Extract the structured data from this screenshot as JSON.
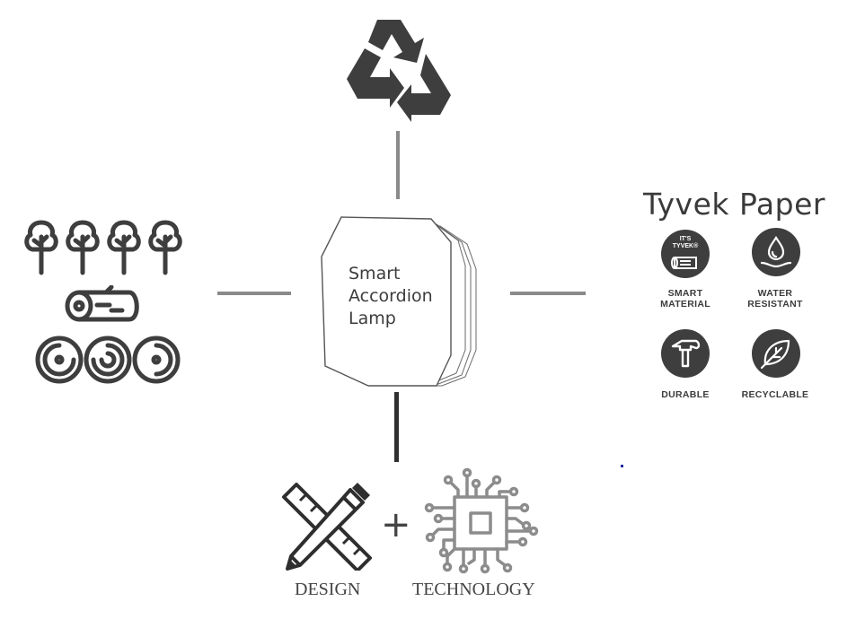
{
  "lamp": {
    "line1": "Smart",
    "line2": "Accordion",
    "line3": "Lamp"
  },
  "tyvek": {
    "title": "Tyvek Paper",
    "badge_text_line1": "IT'S",
    "badge_text_line2": "TYVEK®",
    "features": [
      {
        "icon": "tyvek-badge-icon",
        "line1": "SMART",
        "line2": "MATERIAL"
      },
      {
        "icon": "water-drop-icon",
        "line1": "WATER",
        "line2": "RESISTANT"
      },
      {
        "icon": "hammer-icon",
        "line1": "DURABLE",
        "line2": ""
      },
      {
        "icon": "leaf-icon",
        "line1": "RECYCLABLE",
        "line2": ""
      }
    ]
  },
  "bottom": {
    "plus": "+",
    "design_label": "DESIGN",
    "technology_label": "TECHNOLOGY"
  },
  "colors": {
    "icon_dark": "#3e3e3e",
    "connector": "#8a8a8a",
    "lamp_outline": "#555555"
  },
  "icons": [
    "recycle-icon",
    "trees-icon",
    "log-icon",
    "wood-rings-icon",
    "ruler-pencil-icon",
    "chip-icon"
  ]
}
